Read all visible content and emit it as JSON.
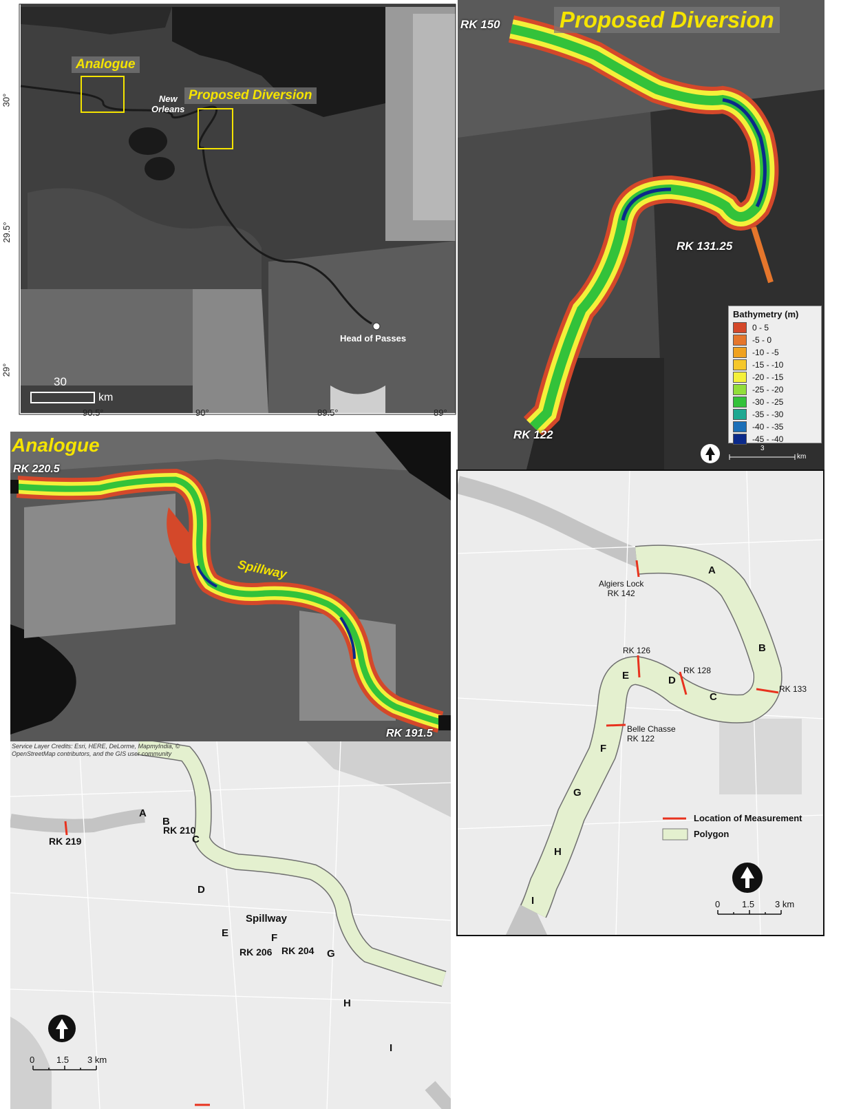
{
  "overview": {
    "box_labels": {
      "analogue": "Analogue",
      "proposed": "Proposed Diversion"
    },
    "city_label": "New\nOrleans",
    "point_label": "Head of Passes",
    "lat_ticks": [
      "30°",
      "29.5°",
      "29°"
    ],
    "lon_ticks": [
      "90.5°",
      "90°",
      "89.5°",
      "89°"
    ],
    "scale_value": "30",
    "scale_unit": "km"
  },
  "diversion_bathy": {
    "title": "Proposed Diversion",
    "rk_labels": {
      "rk150": "RK 150",
      "rk131": "RK 131.25",
      "rk122": "RK 122"
    },
    "scale_num": "3",
    "scale_unit": "km",
    "legend": {
      "title": "Bathymetry (m)",
      "items": [
        {
          "label": "0 - 5",
          "color": "#d4482a"
        },
        {
          "label": "-5 - 0",
          "color": "#e5762c"
        },
        {
          "label": "-10 - -5",
          "color": "#f0a21f"
        },
        {
          "label": "-15 - -10",
          "color": "#f5c72a"
        },
        {
          "label": "-20 - -15",
          "color": "#f4f03a"
        },
        {
          "label": "-25 - -20",
          "color": "#92de3a"
        },
        {
          "label": "-30 - -25",
          "color": "#33c23a"
        },
        {
          "label": "-35 - -30",
          "color": "#1ea891"
        },
        {
          "label": "-40 - -35",
          "color": "#1b6fb8"
        },
        {
          "label": "-45 - -40",
          "color": "#0b2a8a"
        }
      ]
    }
  },
  "analogue_bathy": {
    "title": "Analogue",
    "rk_start": "RK 220.5",
    "rk_end": "RK 191.5",
    "spillway": "Spillway"
  },
  "analogue_map": {
    "credit": "Service Layer Credits: Esri, HERE, DeLorme, MapmyIndia, ©\nOpenStreetMap contributors, and the GIS user community",
    "segments": [
      "A",
      "B",
      "C",
      "D",
      "E",
      "F",
      "G",
      "H",
      "I"
    ],
    "rk_labels": {
      "rk219": "RK 219",
      "rk210": "RK 210",
      "rk206": "RK 206",
      "rk204": "RK 204"
    },
    "spillway": "Spillway",
    "scale": [
      "0",
      "1.5",
      "3 km"
    ]
  },
  "diversion_map": {
    "segments": [
      "A",
      "B",
      "C",
      "D",
      "E",
      "F",
      "G",
      "H",
      "I"
    ],
    "rk_labels": {
      "algiers": "Algiers Lock\nRK 142",
      "rk126": "RK 126",
      "rk128": "RK 128",
      "rk133": "RK 133",
      "belle": "Belle Chasse\nRK 122"
    },
    "legend": {
      "measurement": "Location of Measurement",
      "polygon": "Polygon"
    },
    "scale": [
      "0",
      "1.5",
      "3 km"
    ]
  },
  "colors": {
    "river_shallow": "#d4482a",
    "polygon_fill": "#e4f0cf",
    "measurement_line": "#e8321e",
    "label_yellow": "#f5e400"
  }
}
